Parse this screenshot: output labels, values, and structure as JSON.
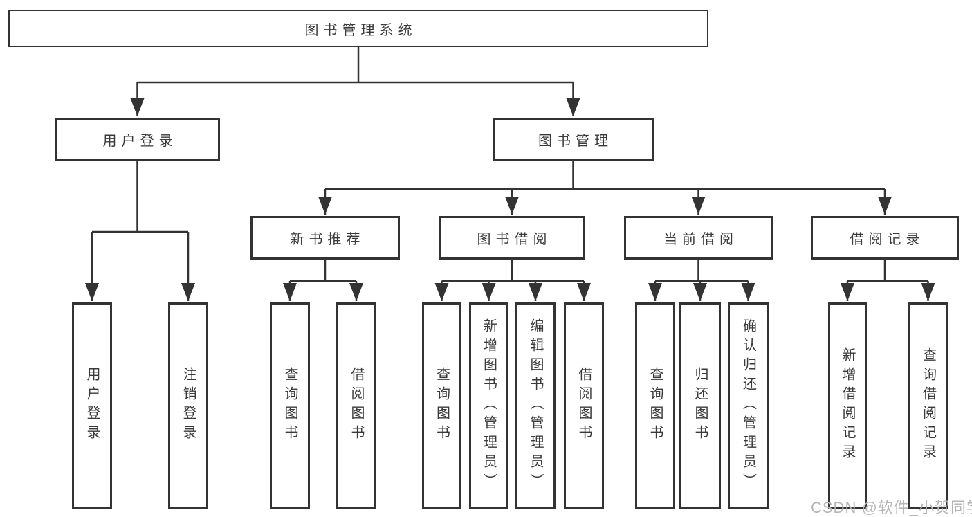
{
  "diagram": {
    "type": "hierarchy-tree",
    "colors": {
      "line": "#333333",
      "node_border": "#333333",
      "node_text": "#3a3a3a",
      "node_fill": "#ffffff",
      "background": "#ffffff",
      "watermark_text_color": "#b5b5b5"
    },
    "tree": {
      "label": "图书管理系统",
      "children": [
        {
          "label": "用户登录",
          "children": [
            {
              "label": "用户登录"
            },
            {
              "label": "注销登录"
            }
          ]
        },
        {
          "label": "图书管理",
          "children": [
            {
              "label": "新书推荐",
              "children": [
                {
                  "label": "查询图书"
                },
                {
                  "label": "借阅图书"
                }
              ]
            },
            {
              "label": "图书借阅",
              "children": [
                {
                  "label": "查询图书"
                },
                {
                  "label": "新增图书（管理员）"
                },
                {
                  "label": "编辑图书（管理员）"
                },
                {
                  "label": "借阅图书"
                }
              ]
            },
            {
              "label": "当前借阅",
              "children": [
                {
                  "label": "查询图书"
                },
                {
                  "label": "归还图书"
                },
                {
                  "label": "确认归还（管理员）"
                }
              ]
            },
            {
              "label": "借阅记录",
              "children": [
                {
                  "label": "新增借阅记录"
                },
                {
                  "label": "查询借阅记录"
                }
              ]
            }
          ]
        }
      ]
    },
    "watermark": "CSDN @软件_小贺同学"
  }
}
